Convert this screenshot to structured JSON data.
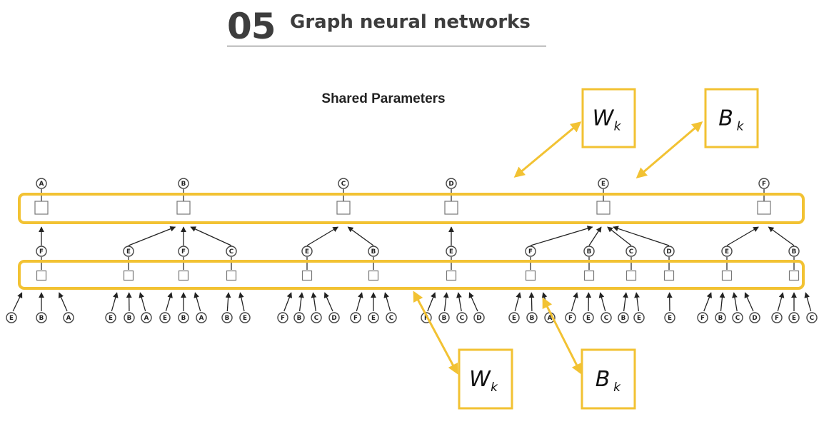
{
  "header": {
    "number": "05",
    "title": "Graph neural networks"
  },
  "diagram": {
    "subtitle": "Shared Parameters",
    "top_labels": [
      "A",
      "B",
      "C",
      "D",
      "E",
      "F"
    ],
    "mid_labels": [
      "F",
      "E",
      "F",
      "C",
      "E",
      "B",
      "E",
      "F",
      "B",
      "C",
      "D",
      "E",
      "B"
    ],
    "bottom_labels": [
      "E",
      "B",
      "A",
      "E",
      "B",
      "A",
      "E",
      "B",
      "A",
      "B",
      "E",
      "F",
      "B",
      "C",
      "D",
      "F",
      "E",
      "C",
      "F",
      "B",
      "C",
      "D",
      "E",
      "B",
      "A",
      "F",
      "E",
      "C",
      "B",
      "E",
      "E",
      "F",
      "B",
      "C",
      "D",
      "F",
      "E",
      "C"
    ],
    "weight_label": "W",
    "bias_label": "B",
    "subscript": "k",
    "accent_color": "#f2c233",
    "node_color": "#444444"
  }
}
